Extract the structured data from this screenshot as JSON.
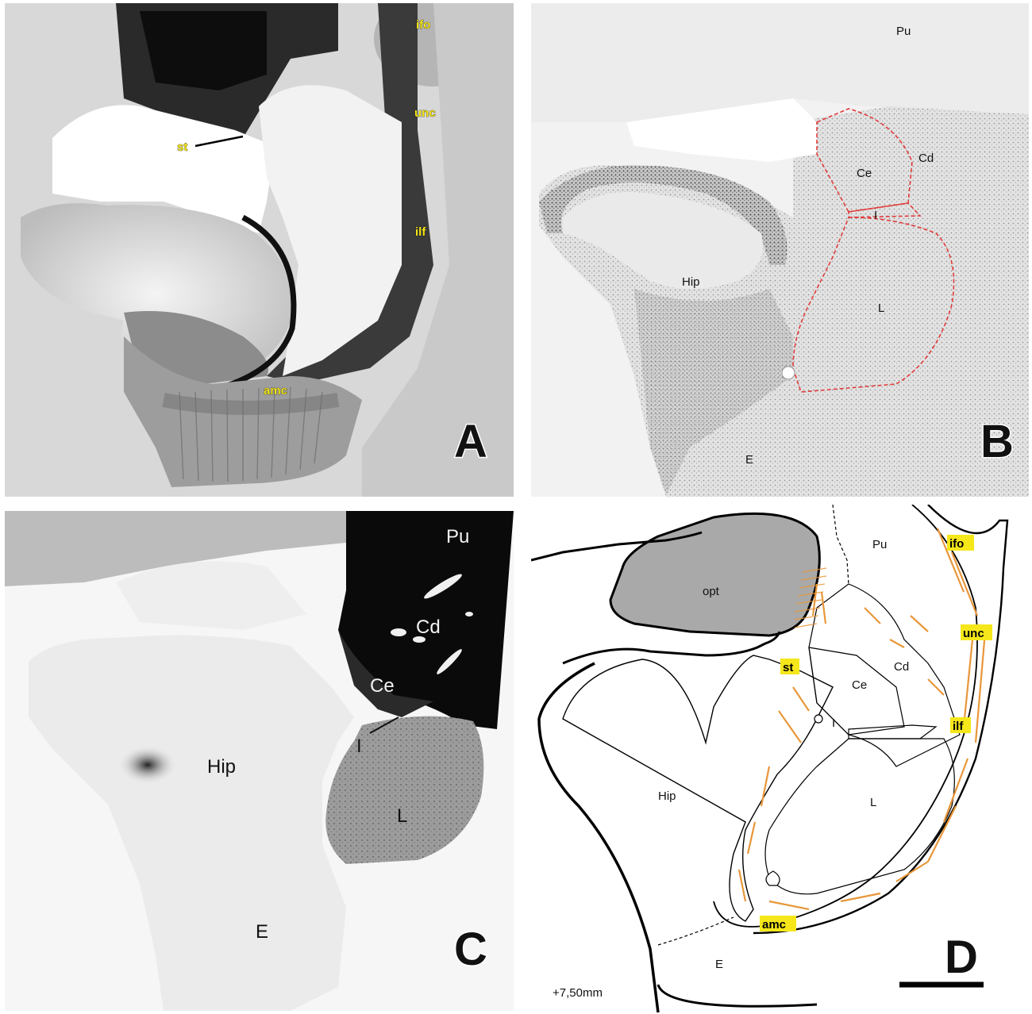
{
  "panel_a": {
    "letter": "A",
    "labels": {
      "ifo": "ifo",
      "unc": "unc",
      "st": "st",
      "ilf": "ilf",
      "amc": "amc"
    }
  },
  "panel_b": {
    "letter": "B",
    "labels": {
      "pu": "Pu",
      "cd": "Cd",
      "ce": "Ce",
      "i": "I",
      "hip": "Hip",
      "l": "L",
      "e": "E"
    },
    "outline_color": "#e23b3b"
  },
  "panel_c": {
    "letter": "C",
    "labels": {
      "pu": "Pu",
      "cd": "Cd",
      "ce": "Ce",
      "i": "I",
      "hip": "Hip",
      "l": "L",
      "e": "E"
    }
  },
  "panel_d": {
    "letter": "D",
    "labels": {
      "opt": "opt",
      "pu": "Pu",
      "ifo": "ifo",
      "st": "st",
      "unc": "unc",
      "cd": "Cd",
      "ce": "Ce",
      "i": "I",
      "ilf": "ilf",
      "hip": "Hip",
      "l": "L",
      "amc": "amc",
      "e": "E"
    },
    "coordinate": "+7,50mm",
    "fiber_color": "#e8973a",
    "label_highlight_color": "#f5e71a"
  }
}
